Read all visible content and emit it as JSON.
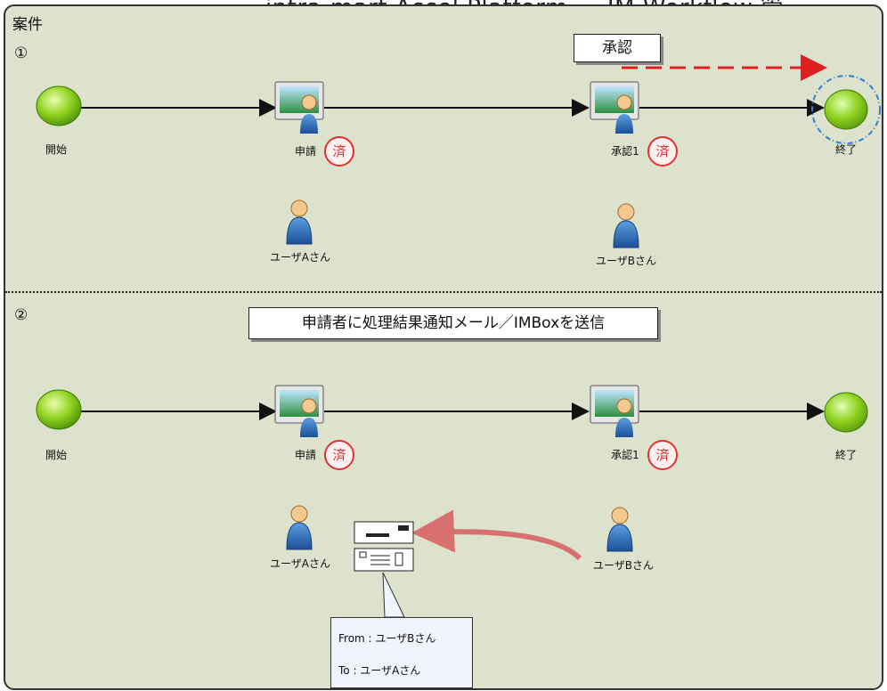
{
  "header": {
    "title": "intra-mart Accel Platform — IM-Workflow 管"
  },
  "case_title": "案件",
  "sections": [
    {
      "number": "①",
      "box_label": "承認",
      "nodes": {
        "start": "開始",
        "apply": "申請",
        "approve": "承認1",
        "end": "終了"
      },
      "done_mark": "済",
      "users": [
        "ユーザAさん",
        "ユーザBさん"
      ]
    },
    {
      "number": "②",
      "box_label": "申請者に処理結果通知メール／IMBoxを送信",
      "nodes": {
        "start": "開始",
        "apply": "申請",
        "approve": "承認1",
        "end": "終了"
      },
      "done_mark": "済",
      "users": [
        "ユーザAさん",
        "ユーザBさん"
      ],
      "mail": {
        "from": "From : ユーザBさん",
        "to": "To : ユーザAさん"
      }
    }
  ],
  "colors": {
    "background": "#dde2cd",
    "done": "#e03030",
    "dashed_arrow": "#e02020",
    "curved_arrow": "#d97070",
    "end_highlight": "#2f7fd6"
  }
}
